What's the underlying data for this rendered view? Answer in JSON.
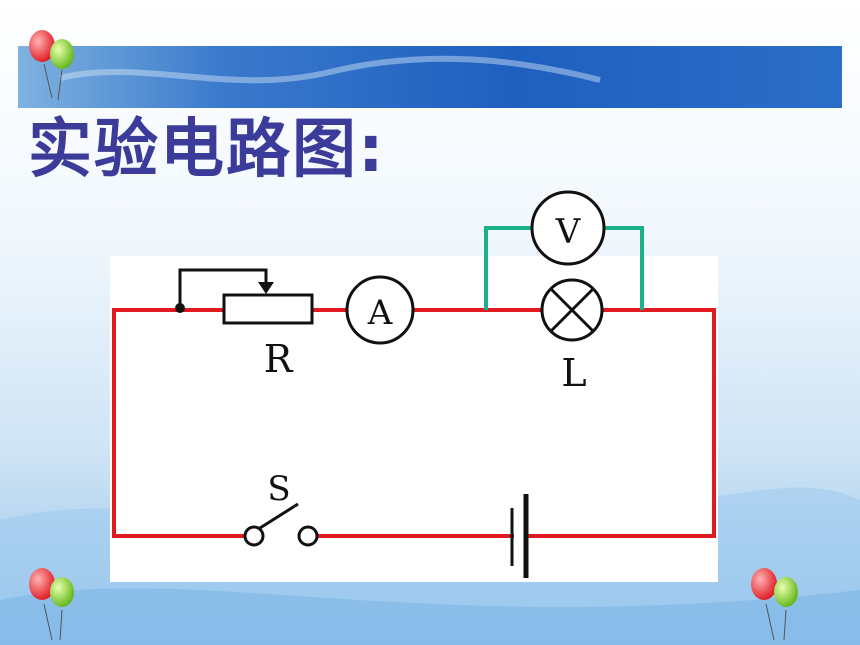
{
  "title": "实验电路图:",
  "labels": {
    "voltmeter": "V",
    "ammeter": "A",
    "rheostat": "R",
    "lamp": "L",
    "switch": "S"
  },
  "colors": {
    "main_wire": "#e11a22",
    "voltmeter_wire": "#19b08a",
    "title": "#3b3b9a",
    "banner": "#1f5fbf"
  }
}
